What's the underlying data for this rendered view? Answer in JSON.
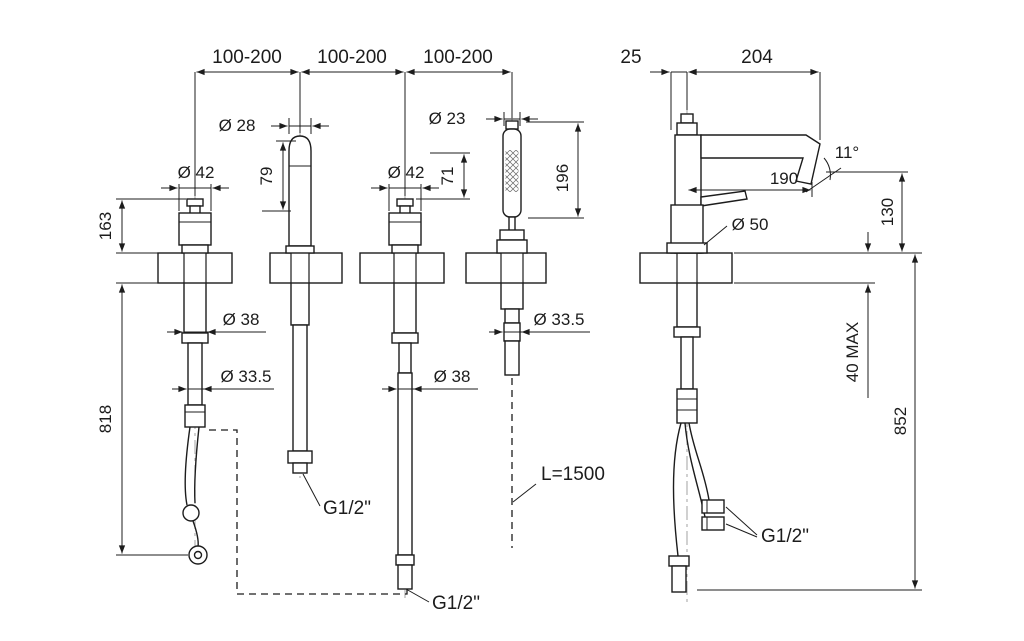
{
  "drawing": {
    "front_view": {
      "top_spans": {
        "span_1": "100-200",
        "span_2": "100-200",
        "span_3": "100-200"
      },
      "above_counter": {
        "valve_left_diameter": "Ø 42",
        "spout_diameter": "Ø 28",
        "spout_rise": "79",
        "valve_right_diameter": "Ø 42",
        "valve_right_rise": "71",
        "handshower_diameter": "Ø 23",
        "handshower_height": "196",
        "height_above_counter": "163"
      },
      "below_counter": {
        "depth_below_counter": "818",
        "valve_left_shank_diameter": "Ø 38",
        "valve_left_hose_diameter": "Ø 33.5",
        "handshower_shank_diameter": "Ø 33.5",
        "valve_right_hose_diameter": "Ø 38",
        "spout_connection": "G1/2\"",
        "valve_right_connection": "G1/2\"",
        "handshower_hose_length": "L=1500"
      }
    },
    "side_view": {
      "center_offset": "25",
      "spout_reach": "204",
      "spout_angle": "11°",
      "spout_length": "190",
      "spout_height": "130",
      "base_diameter": "Ø 50",
      "max_counter_thickness": "40 MAX",
      "total_depth": "852",
      "connections": "G1/2\""
    }
  }
}
